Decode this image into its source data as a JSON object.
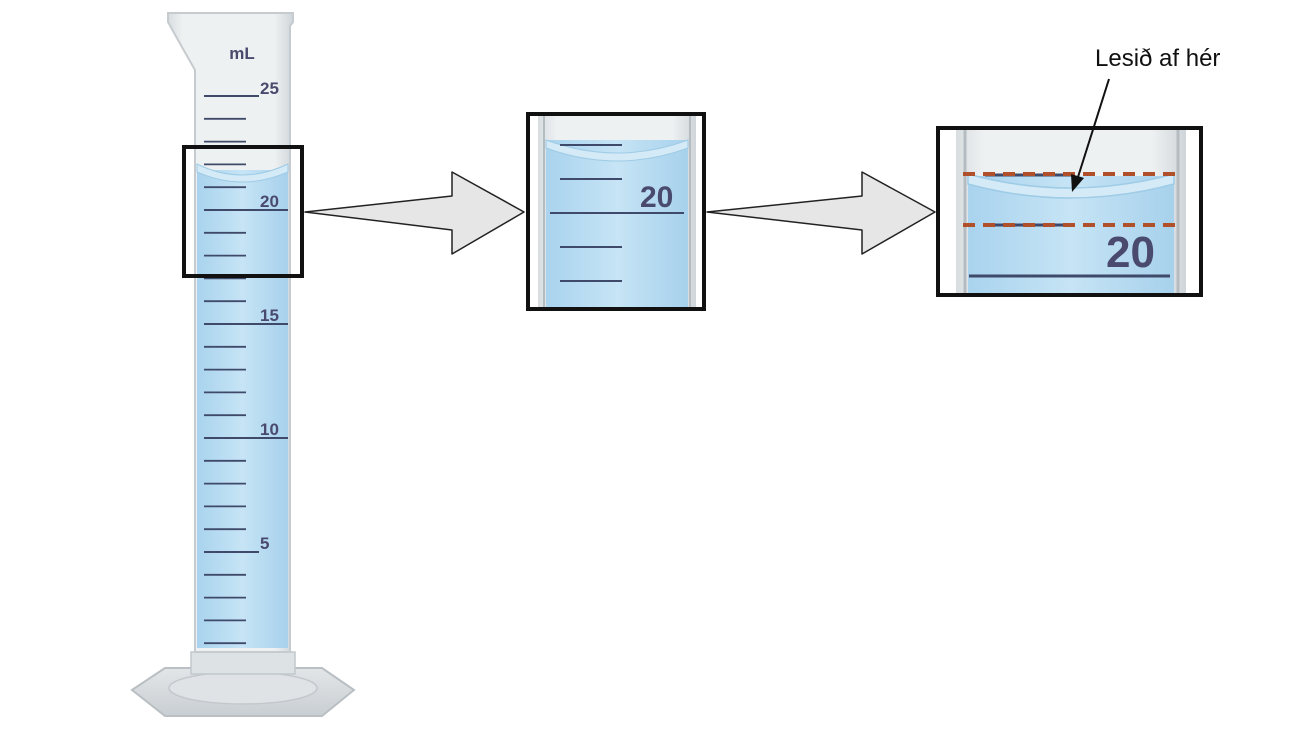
{
  "cylinder": {
    "unit_label": "mL",
    "scale_labels": [
      "25",
      "20",
      "15",
      "10",
      "5"
    ]
  },
  "zoom1": {
    "scale_label": "20"
  },
  "zoom2": {
    "scale_label": "20"
  },
  "annotation": {
    "text": "Lesið af hér"
  },
  "colors": {
    "liquid": "#bfe0f2",
    "liquid_edge": "#d7ecf7",
    "glass": "#e9ecee",
    "glass_edge": "#c9ced2",
    "tick": "#3f4a6b",
    "frame": "#111111",
    "arrow_fill": "#e6e6e6",
    "arrow_stroke": "#222222",
    "guide_line": "#b0502a"
  }
}
